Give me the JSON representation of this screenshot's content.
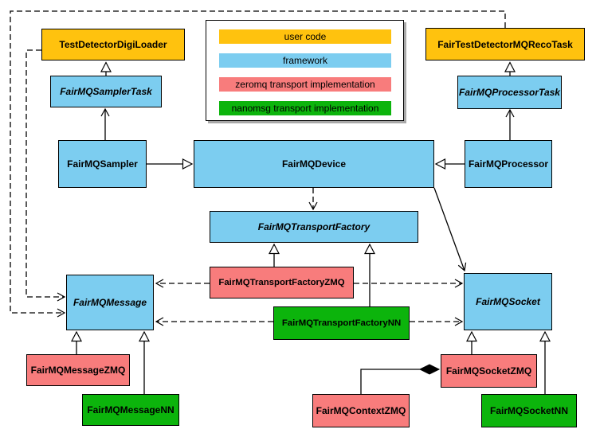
{
  "colors": {
    "user_code": "#FFC20E",
    "framework": "#7CCDF0",
    "zeromq": "#F87C7C",
    "nanomsg": "#0CB40C"
  },
  "legend": {
    "items": [
      {
        "label": "user code",
        "category": "user_code"
      },
      {
        "label": "framework",
        "category": "framework"
      },
      {
        "label": "zeromq transport implementation",
        "category": "zeromq"
      },
      {
        "label": "nanomsg transport implementation",
        "category": "nanomsg"
      }
    ]
  },
  "nodes": {
    "digiLoader": {
      "label": "TestDetectorDigiLoader",
      "category": "user_code",
      "abstract": false
    },
    "recoTask": {
      "label": "FairTestDetectorMQRecoTask",
      "category": "user_code",
      "abstract": false
    },
    "samplerTask": {
      "label": "FairMQSamplerTask",
      "category": "framework",
      "abstract": true
    },
    "processorTask": {
      "label": "FairMQProcessorTask",
      "category": "framework",
      "abstract": true
    },
    "sampler": {
      "label": "FairMQSampler",
      "category": "framework",
      "abstract": false
    },
    "device": {
      "label": "FairMQDevice",
      "category": "framework",
      "abstract": false
    },
    "processor": {
      "label": "FairMQProcessor",
      "category": "framework",
      "abstract": false
    },
    "transportFactory": {
      "label": "FairMQTransportFactory",
      "category": "framework",
      "abstract": true
    },
    "transportFactoryZMQ": {
      "label": "FairMQTransportFactoryZMQ",
      "category": "zeromq",
      "abstract": false
    },
    "transportFactoryNN": {
      "label": "FairMQTransportFactoryNN",
      "category": "nanomsg",
      "abstract": false
    },
    "message": {
      "label": "FairMQMessage",
      "category": "framework",
      "abstract": true
    },
    "socket": {
      "label": "FairMQSocket",
      "category": "framework",
      "abstract": true
    },
    "messageZMQ": {
      "label": "FairMQMessageZMQ",
      "category": "zeromq",
      "abstract": false
    },
    "messageNN": {
      "label": "FairMQMessageNN",
      "category": "nanomsg",
      "abstract": false
    },
    "contextZMQ": {
      "label": "FairMQContextZMQ",
      "category": "zeromq",
      "abstract": false
    },
    "socketZMQ": {
      "label": "FairMQSocketZMQ",
      "category": "zeromq",
      "abstract": false
    },
    "socketNN": {
      "label": "FairMQSocketNN",
      "category": "nanomsg",
      "abstract": false
    }
  },
  "edges": [
    {
      "from": "FairMQSamplerTask",
      "to": "TestDetectorDigiLoader",
      "head": "hollow-triangle",
      "style": "solid"
    },
    {
      "from": "FairMQProcessorTask",
      "to": "FairTestDetectorMQRecoTask",
      "head": "hollow-triangle",
      "style": "solid"
    },
    {
      "from": "FairMQSampler",
      "to": "FairMQSamplerTask",
      "head": "open-arrow",
      "style": "solid"
    },
    {
      "from": "FairMQProcessor",
      "to": "FairMQProcessorTask",
      "head": "open-arrow",
      "style": "solid"
    },
    {
      "from": "FairMQSampler",
      "to": "FairMQDevice",
      "head": "hollow-triangle",
      "style": "solid"
    },
    {
      "from": "FairMQProcessor",
      "to": "FairMQDevice",
      "head": "hollow-triangle",
      "style": "solid"
    },
    {
      "from": "FairMQDevice",
      "to": "FairMQTransportFactory",
      "head": "open-arrow",
      "style": "dashed"
    },
    {
      "from": "FairMQDevice",
      "to": "FairMQSocket",
      "head": "open-arrow",
      "style": "solid"
    },
    {
      "from": "TestDetectorDigiLoader",
      "to": "FairMQMessage",
      "head": "open-arrow",
      "style": "dashed"
    },
    {
      "from": "FairTestDetectorMQRecoTask",
      "to": "FairMQMessage",
      "head": "open-arrow",
      "style": "dashed"
    },
    {
      "from": "FairMQTransportFactoryZMQ",
      "to": "FairMQTransportFactory",
      "head": "hollow-triangle",
      "style": "solid"
    },
    {
      "from": "FairMQTransportFactoryNN",
      "to": "FairMQTransportFactory",
      "head": "hollow-triangle",
      "style": "solid"
    },
    {
      "from": "FairMQTransportFactoryZMQ",
      "to": "FairMQMessage",
      "head": "open-arrow",
      "style": "dashed"
    },
    {
      "from": "FairMQTransportFactoryZMQ",
      "to": "FairMQSocket",
      "head": "open-arrow",
      "style": "dashed"
    },
    {
      "from": "FairMQTransportFactoryNN",
      "to": "FairMQMessage",
      "head": "open-arrow",
      "style": "dashed"
    },
    {
      "from": "FairMQTransportFactoryNN",
      "to": "FairMQSocket",
      "head": "open-arrow",
      "style": "dashed"
    },
    {
      "from": "FairMQMessageZMQ",
      "to": "FairMQMessage",
      "head": "hollow-triangle",
      "style": "solid"
    },
    {
      "from": "FairMQMessageNN",
      "to": "FairMQMessage",
      "head": "hollow-triangle",
      "style": "solid"
    },
    {
      "from": "FairMQSocketZMQ",
      "to": "FairMQSocket",
      "head": "hollow-triangle",
      "style": "solid"
    },
    {
      "from": "FairMQSocketNN",
      "to": "FairMQSocket",
      "head": "hollow-triangle",
      "style": "solid"
    },
    {
      "from": "FairMQContextZMQ",
      "to": "FairMQSocketZMQ",
      "head": "filled-diamond",
      "style": "solid"
    }
  ]
}
